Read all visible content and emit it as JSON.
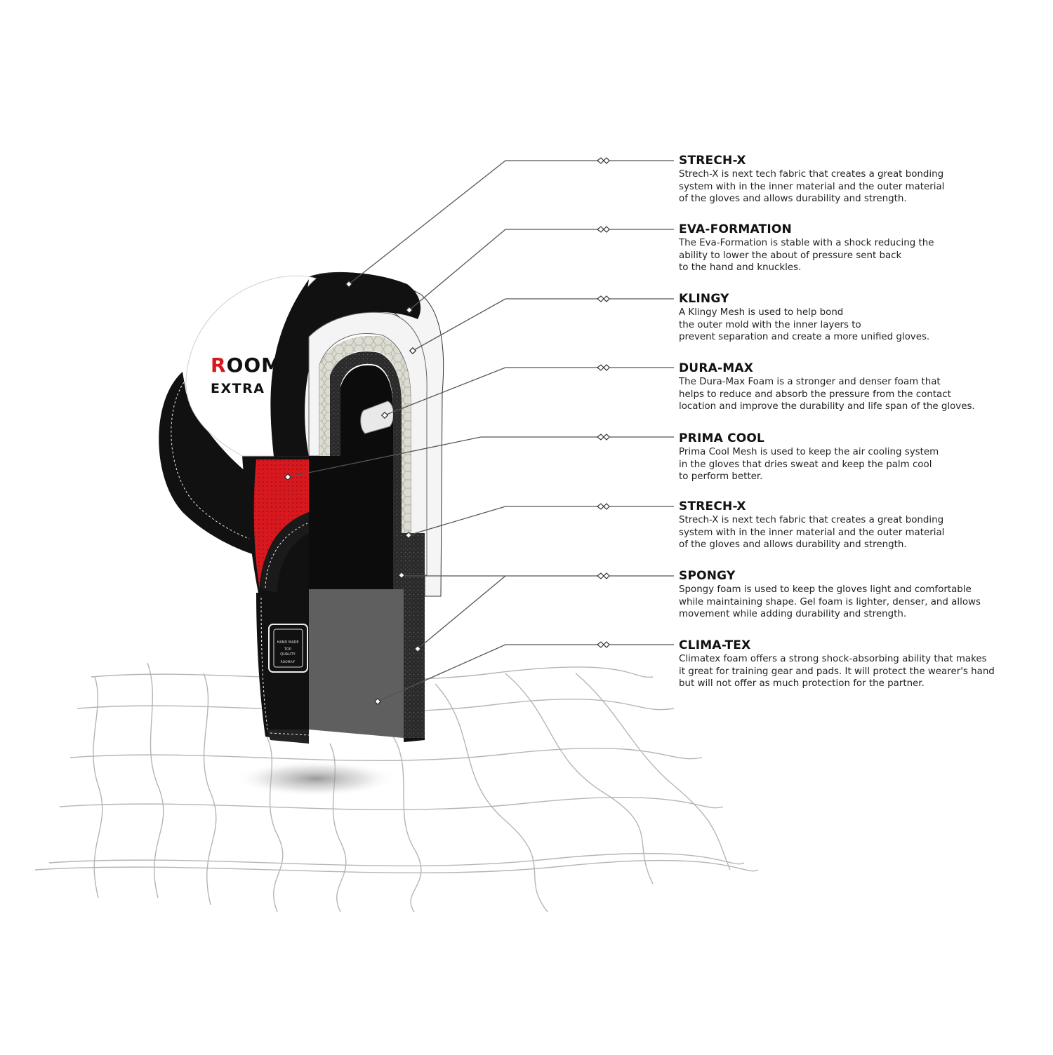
{
  "brand": {
    "logo_line1": "ROOM",
    "logo_line2": "EXTRA PO",
    "patch_text": "HAND MADE · TOP QUALITY · ROOMAIF"
  },
  "colors": {
    "red": "#d7191f",
    "black": "#111111",
    "grey_leader": "#555555",
    "mesh": "#b5b5b5"
  },
  "layers": [
    {
      "title": "STRECH-X",
      "description": "Strech-X is next tech fabric that creates a great bonding\nsystem with in the inner material and the outer material\nof the gloves and allows durability and strength."
    },
    {
      "title": "EVA-FORMATION",
      "description": "The Eva-Formation is stable with a shock reducing the\nability to lower the about of pressure sent back\nto the hand and knuckles."
    },
    {
      "title": "KLINGY",
      "description": "A Klingy Mesh is used to help bond\nthe outer mold with the inner layers to\nprevent separation and create a more unified gloves."
    },
    {
      "title": "DURA-MAX",
      "description": "The Dura-Max Foam is a stronger and denser foam that\nhelps to reduce and absorb the pressure from the contact\nlocation and improve the durability and life span of the gloves."
    },
    {
      "title": "PRIMA COOL",
      "description": "Prima Cool Mesh is used to keep the air cooling system\nin the gloves that dries sweat and keep the palm cool\nto perform better."
    },
    {
      "title": "STRECH-X",
      "description": "Strech-X is next tech fabric that creates a great bonding\nsystem with in the inner material and the outer material\nof the gloves and allows durability and strength."
    },
    {
      "title": "SPONGY",
      "description": "Spongy foam is used to keep the gloves light and comfortable\nwhile maintaining shape. Gel foam is lighter, denser, and allows\nmovement while adding durability and strength."
    },
    {
      "title": "CLIMA-TEX",
      "description": "Climatex foam offers a strong shock-absorbing ability that makes\nit great for training gear and pads. It will protect the wearer's hand\nbut will not offer as much protection for the partner."
    }
  ]
}
